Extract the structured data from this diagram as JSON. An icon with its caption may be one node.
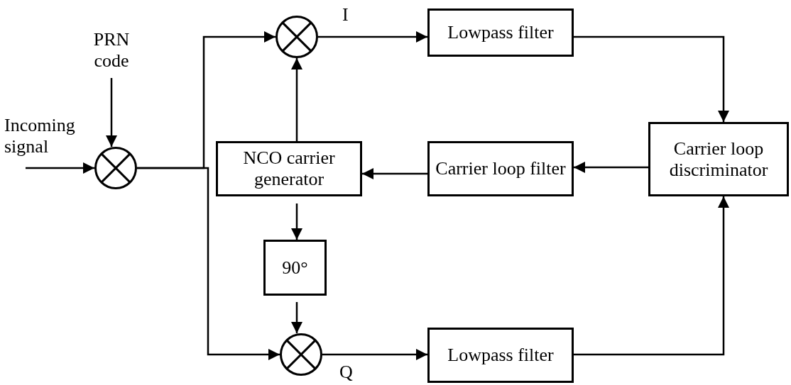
{
  "diagram": {
    "nodes": [
      {
        "text": [
          "PRN code"
        ]
      },
      {
        "text": [
          "Incoming signal"
        ]
      },
      {
        "text": [],
        "shape": "circle"
      },
      {
        "text": [],
        "shape": "circle"
      },
      {
        "text": [],
        "shape": "circle"
      },
      {
        "text": [
          "Lowpass filter"
        ]
      },
      {
        "text": [
          "Carrier loop discriminator"
        ]
      },
      {
        "text": [
          "Carrier loop filter"
        ]
      },
      {
        "text": [
          "NCO carrier generator"
        ]
      },
      {
        "text": [
          "90°"
        ]
      },
      {
        "text": [
          "Lowpass filter"
        ]
      }
    ],
    "edges": [
      {
        "from": 0,
        "to": 2,
        "arrow": "to"
      },
      {
        "from": 1,
        "to": 2,
        "arrow": "to"
      },
      {
        "from": 2,
        "to": 3,
        "arrow": "to"
      },
      {
        "from": 2,
        "to": 4,
        "arrow": "to"
      },
      {
        "from": 3,
        "to": 5,
        "arrow": "to",
        "label": "I"
      },
      {
        "from": 5,
        "to": 6,
        "arrow": "to"
      },
      {
        "from": 10,
        "to": 6,
        "arrow": "to"
      },
      {
        "from": 6,
        "to": 7,
        "arrow": "to"
      },
      {
        "from": 7,
        "to": 8,
        "arrow": "to"
      },
      {
        "from": 8,
        "to": 3,
        "arrow": "to"
      },
      {
        "from": 8,
        "to": 9,
        "arrow": "to"
      },
      {
        "from": 9,
        "to": 4,
        "arrow": "to"
      },
      {
        "from": 4,
        "to": 10,
        "arrow": "to",
        "label": "Q"
      }
    ]
  }
}
